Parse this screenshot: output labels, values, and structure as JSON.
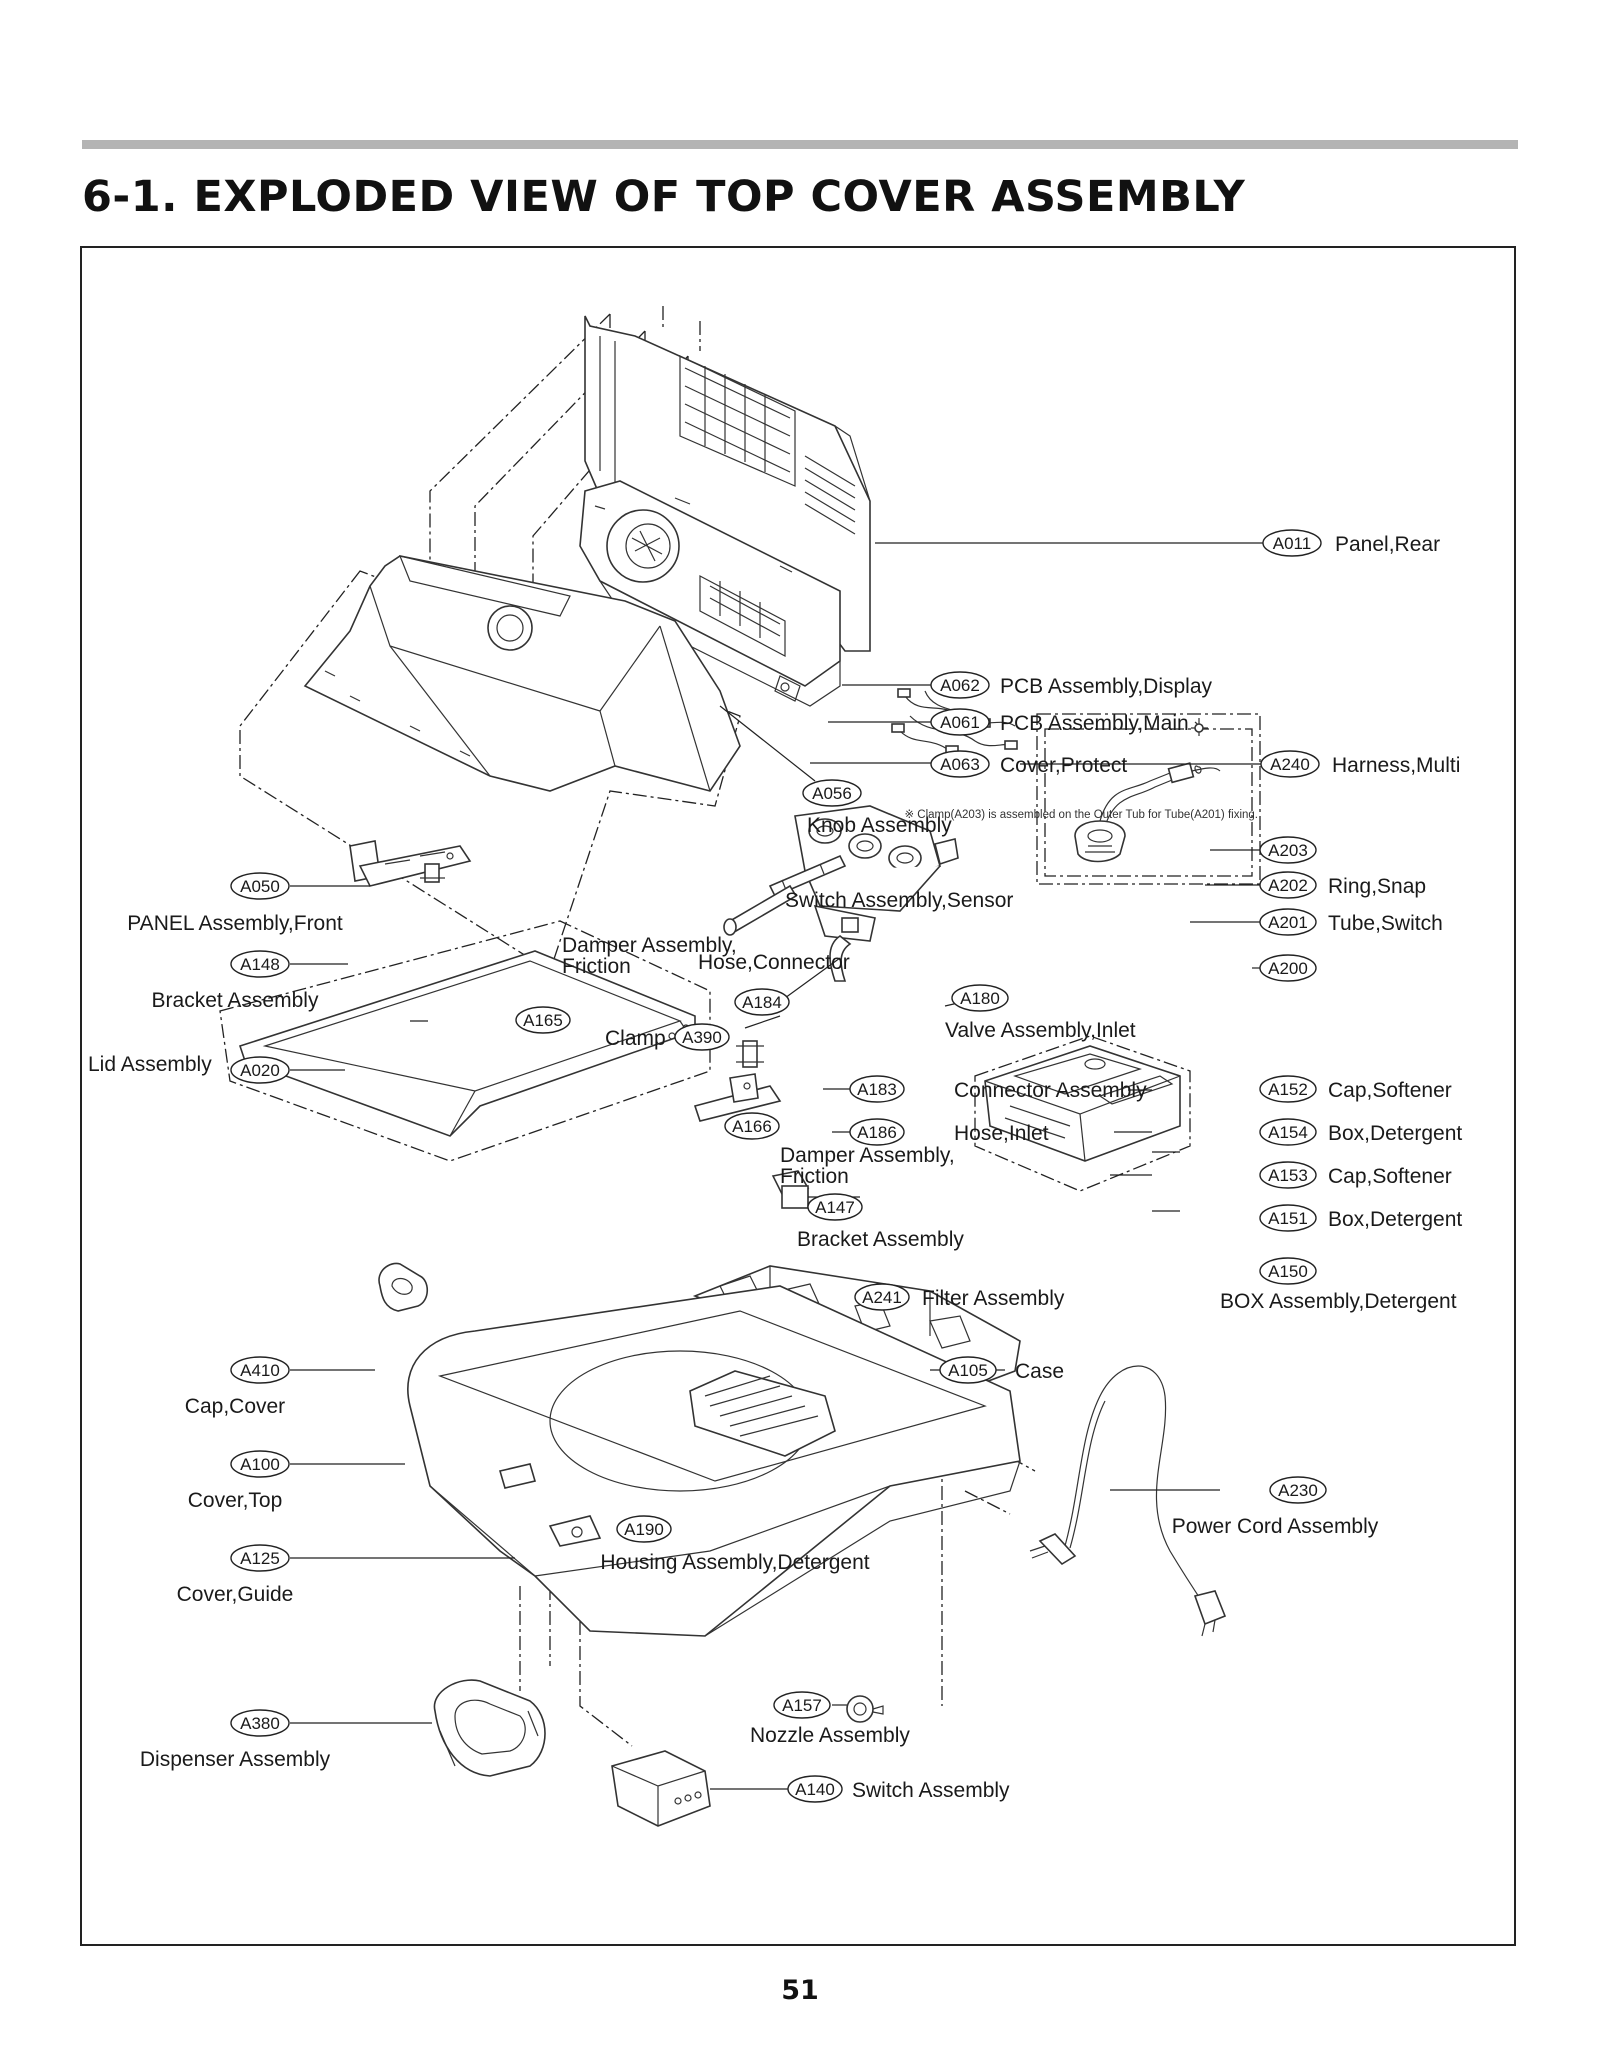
{
  "page": {
    "title": "6-1. EXPLODED VIEW OF TOP COVER ASSEMBLY",
    "page_number": "51",
    "note": "※ Clamp(A203) is assembled on the Outer Tub for Tube(A201) fixing."
  },
  "callouts": {
    "a011": {
      "code": "A011",
      "label": "Panel,Rear"
    },
    "a062": {
      "code": "A062",
      "label": "PCB Assembly,Display"
    },
    "a061": {
      "code": "A061",
      "label": "PCB Assembly,Main"
    },
    "a063": {
      "code": "A063",
      "label": "Cover,Protect"
    },
    "a240": {
      "code": "A240",
      "label": "Harness,Multi"
    },
    "a056": {
      "code": "A056",
      "label": "Knob Assembly"
    },
    "a203": {
      "code": "A203",
      "label": ""
    },
    "a202": {
      "code": "A202",
      "label": "Ring,Snap"
    },
    "a201": {
      "code": "A201",
      "label": "Tube,Switch"
    },
    "a200": {
      "code": "A200",
      "label": ""
    },
    "a050": {
      "code": "A050",
      "label": "PANEL Assembly,Front"
    },
    "switch_sensor": {
      "code": "",
      "label": "Switch Assembly,Sensor"
    },
    "a148": {
      "code": "A148",
      "label": "Bracket Assembly"
    },
    "damper_friction_1": {
      "code": "",
      "label_line1": "Damper Assembly,",
      "label_line2": "Friction"
    },
    "hose_connector": {
      "code": "",
      "label": "Hose,Connector"
    },
    "a184": {
      "code": "A184",
      "label": ""
    },
    "a180": {
      "code": "A180",
      "label": "Valve Assembly,Inlet"
    },
    "a165": {
      "code": "A165",
      "label": ""
    },
    "a390": {
      "code": "A390",
      "label": "Clamp"
    },
    "a020": {
      "code": "A020",
      "label": "Lid Assembly"
    },
    "a183": {
      "code": "A183",
      "label": "Connector Assembly"
    },
    "a152": {
      "code": "A152",
      "label": "Cap,Softener"
    },
    "a166": {
      "code": "A166",
      "label_line1": "Damper Assembly,",
      "label_line2": "Friction"
    },
    "a186": {
      "code": "A186",
      "label": "Hose,Inlet"
    },
    "a154": {
      "code": "A154",
      "label": "Box,Detergent"
    },
    "a153": {
      "code": "A153",
      "label": "Cap,Softener"
    },
    "a147": {
      "code": "A147",
      "label": "Bracket Assembly"
    },
    "a151": {
      "code": "A151",
      "label": "Box,Detergent"
    },
    "a150": {
      "code": "A150",
      "label": "BOX Assembly,Detergent"
    },
    "a241": {
      "code": "A241",
      "label": "Filter Assembly"
    },
    "a410": {
      "code": "A410",
      "label": "Cap,Cover"
    },
    "a105": {
      "code": "A105",
      "label": "Case"
    },
    "a230": {
      "code": "A230",
      "label": "Power Cord Assembly"
    },
    "a100": {
      "code": "A100",
      "label": "Cover,Top"
    },
    "a190": {
      "code": "A190",
      "label": "Housing Assembly,Detergent"
    },
    "a125": {
      "code": "A125",
      "label": "Cover,Guide"
    },
    "a380": {
      "code": "A380",
      "label": "Dispenser Assembly"
    },
    "a157": {
      "code": "A157",
      "label": "Nozzle Assembly"
    },
    "a140": {
      "code": "A140",
      "label": "Switch Assembly"
    }
  }
}
